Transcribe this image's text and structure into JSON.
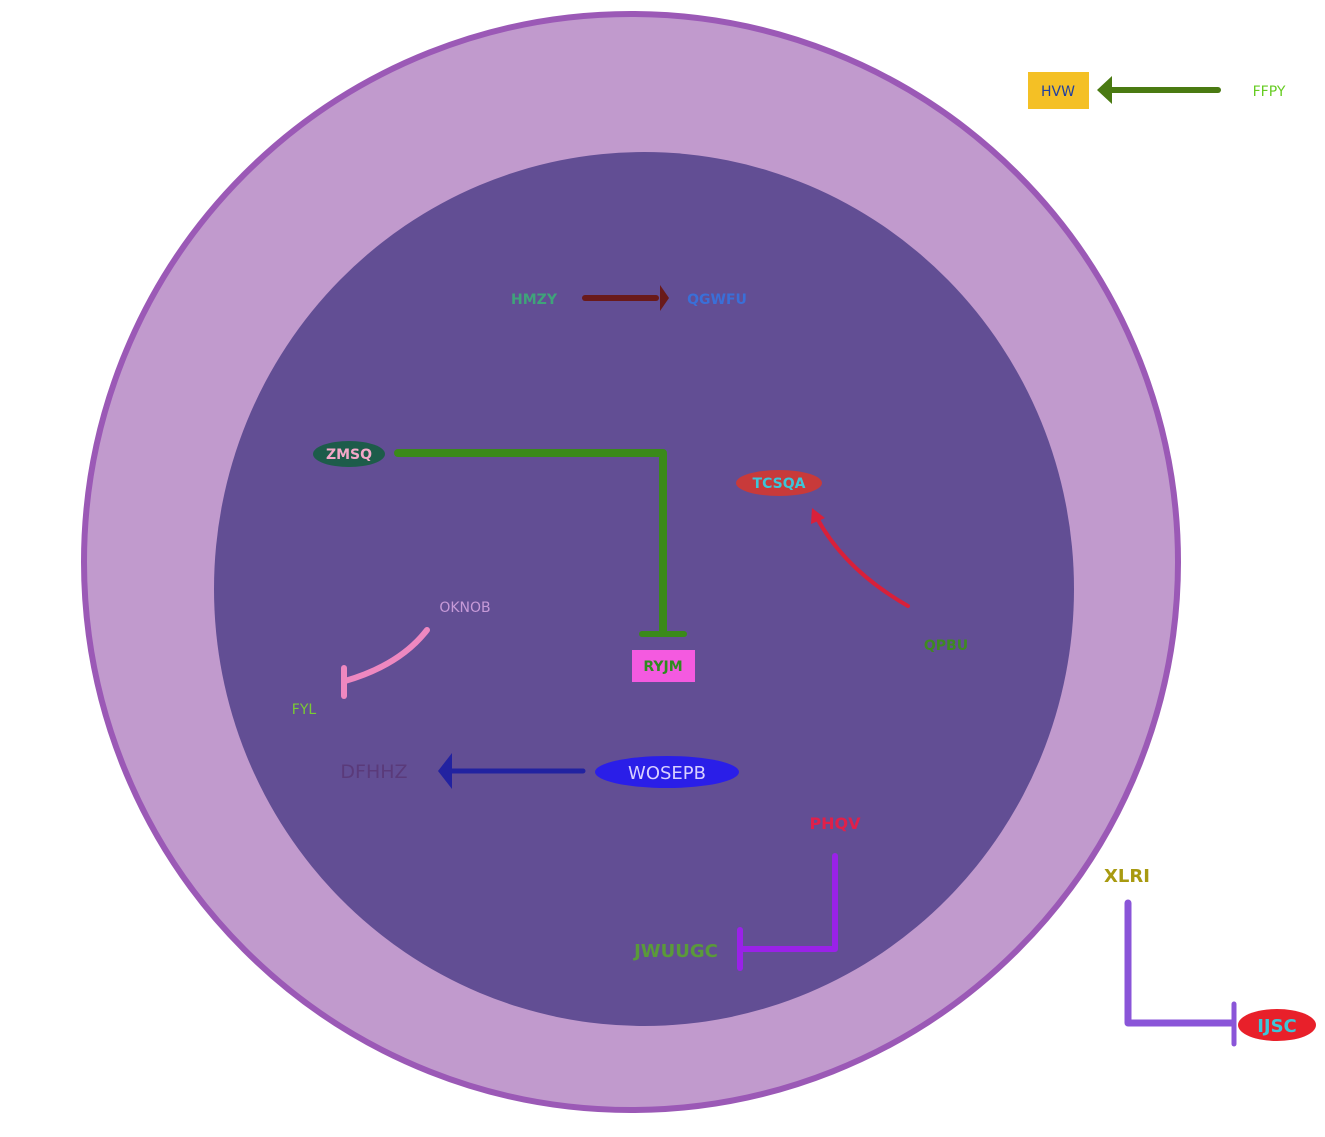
{
  "colors": {
    "outer_fill": "#c19acd",
    "outer_stroke": "#9b59b6",
    "inner_fill": "#624e94"
  },
  "nodes": {
    "hvw": {
      "label": "HVW",
      "text_color": "#2040a0",
      "fill": "#f4c025"
    },
    "ffpy": {
      "label": "FFPY",
      "text_color": "#66cc22"
    },
    "hmzy": {
      "label": "HMZY",
      "text_color": "#3fa37a"
    },
    "qgwfu": {
      "label": "QGWFU",
      "text_color": "#3a6fd8"
    },
    "zmsq": {
      "label": "ZMSQ",
      "text_color": "#f4a7c8",
      "fill": "#1d5c4a"
    },
    "tcsqa": {
      "label": "TCSQA",
      "text_color": "#3cc6d8",
      "fill": "#c83a3a"
    },
    "oknob": {
      "label": "OKNOB",
      "text_color": "#c79ad8"
    },
    "ryjm": {
      "label": "RYJM",
      "text_color": "#2e8b1f",
      "fill": "#f45ae0"
    },
    "qpbu": {
      "label": "QPBU",
      "text_color": "#3f8a22"
    },
    "fyl": {
      "label": "FYL",
      "text_color": "#7acc33"
    },
    "dfhhz": {
      "label": "DFHHZ",
      "text_color": "#5a3a7a"
    },
    "wosepb": {
      "label": "WOSEPB",
      "text_color": "#d8d0ff",
      "fill": "#2a1ee8"
    },
    "phqv": {
      "label": "PHQV",
      "text_color": "#e0204a"
    },
    "xlri": {
      "label": "XLRI",
      "text_color": "#a89a10"
    },
    "jwuugc": {
      "label": "JWUUGC",
      "text_color": "#5a9a3a"
    },
    "ijsc": {
      "label": "IJSC",
      "text_color": "#3cc6d8",
      "fill": "#e8202a"
    }
  },
  "edges": [
    {
      "id": "ffpy-hvw",
      "from": "FFPY",
      "to": "HVW",
      "type": "activation",
      "color": "#4a7a12"
    },
    {
      "id": "hmzy-qgwfu",
      "from": "HMZY",
      "to": "QGWFU",
      "type": "activation",
      "color": "#6a1a1a"
    },
    {
      "id": "zmsq-ryjm",
      "from": "ZMSQ",
      "to": "RYJM",
      "type": "inhibition",
      "color": "#3a8a1a"
    },
    {
      "id": "qpbu-tcsqa",
      "from": "QPBU",
      "to": "TCSQA",
      "type": "activation",
      "color": "#d8203a"
    },
    {
      "id": "oknob-fyl",
      "from": "OKNOB",
      "to": "FYL",
      "type": "inhibition",
      "color": "#ee88c0"
    },
    {
      "id": "wosepb-dfhhz",
      "from": "WOSEPB",
      "to": "DFHHZ",
      "type": "activation",
      "color": "#2222a0"
    },
    {
      "id": "phqv-jwuugc",
      "from": "PHQV",
      "to": "JWUUGC",
      "type": "inhibition",
      "color": "#9a22e8"
    },
    {
      "id": "xlri-ijsc",
      "from": "XLRI",
      "to": "IJSC",
      "type": "inhibition",
      "color": "#8a55d8"
    }
  ]
}
